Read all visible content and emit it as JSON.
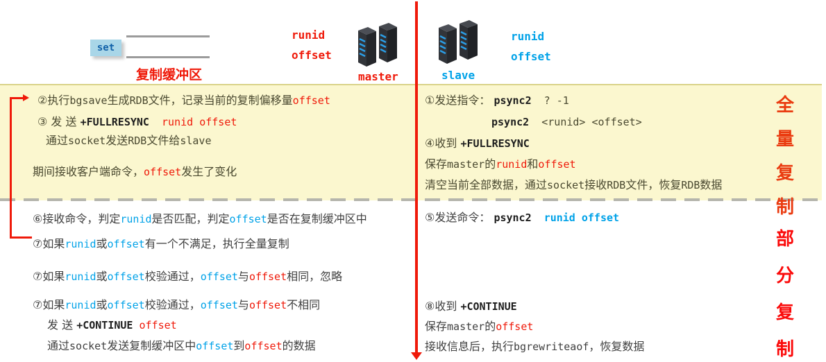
{
  "colors": {
    "red": "#ef1a0a",
    "red_orange": "#ea3b10",
    "blue": "#00a2e8",
    "yellow_bg": "#fbf7cf",
    "code_dark": "#1d1d1d"
  },
  "header": {
    "set_label": "set",
    "buffer_label": "复制缓冲区",
    "master": {
      "runid": "runid",
      "offset": "offset",
      "caption": "master"
    },
    "slave": {
      "runid": "runid",
      "offset": "offset",
      "caption": "slave"
    }
  },
  "full_sync": {
    "label": [
      "全",
      "量",
      "复",
      "制"
    ],
    "left_lines": [
      [
        {
          "t": "②执行",
          "k": "p"
        },
        {
          "t": "bgsave",
          "k": "m"
        },
        {
          "t": "生成",
          "k": "p"
        },
        {
          "t": "RDB",
          "k": "m"
        },
        {
          "t": "文件，记录当前的复制偏移量",
          "k": "p"
        },
        {
          "t": "offset",
          "k": "r"
        }
      ],
      [
        {
          "t": "③ 发 送 ",
          "k": "p"
        },
        {
          "t": "+FULLRESYNC",
          "k": "b"
        },
        {
          "t": "  runid offset",
          "k": "r"
        }
      ],
      [
        {
          "t": "通过",
          "k": "p"
        },
        {
          "t": "socket",
          "k": "m"
        },
        {
          "t": "发送",
          "k": "p"
        },
        {
          "t": "RDB",
          "k": "m"
        },
        {
          "t": "文件给",
          "k": "p"
        },
        {
          "t": "slave",
          "k": "m"
        }
      ],
      [
        {
          "t": "期间接收客户端命令，",
          "k": "p"
        },
        {
          "t": "offset",
          "k": "r"
        },
        {
          "t": "发生了变化",
          "k": "p"
        }
      ]
    ],
    "right_lines": [
      [
        {
          "t": "①发送指令： ",
          "k": "p"
        },
        {
          "t": "psync2",
          "k": "b"
        },
        {
          "t": "  ? -1",
          "k": "m"
        }
      ],
      [
        {
          "t": "psync2",
          "k": "b"
        },
        {
          "t": "  <runid> <offset>",
          "k": "m"
        }
      ],
      [
        {
          "t": "④收到 ",
          "k": "p"
        },
        {
          "t": "+FULLRESYNC",
          "k": "b"
        }
      ],
      [
        {
          "t": "保存",
          "k": "p"
        },
        {
          "t": "master",
          "k": "m"
        },
        {
          "t": "的",
          "k": "p"
        },
        {
          "t": "runid",
          "k": "r"
        },
        {
          "t": "和",
          "k": "p"
        },
        {
          "t": "offset",
          "k": "r"
        }
      ],
      [
        {
          "t": "清空当前全部数据，通过",
          "k": "p"
        },
        {
          "t": "socket",
          "k": "m"
        },
        {
          "t": "接收",
          "k": "p"
        },
        {
          "t": "RDB",
          "k": "m"
        },
        {
          "t": "文件，恢复",
          "k": "p"
        },
        {
          "t": "RDB",
          "k": "m"
        },
        {
          "t": "数据",
          "k": "p"
        }
      ]
    ]
  },
  "partial_sync": {
    "label": [
      "部",
      "分",
      "复",
      "制"
    ],
    "left_lines": [
      [
        {
          "t": "⑥接收命令，判定",
          "k": "p"
        },
        {
          "t": "runid",
          "k": "c"
        },
        {
          "t": "是否匹配，判定",
          "k": "p"
        },
        {
          "t": "offset",
          "k": "c"
        },
        {
          "t": "是否在复制缓冲区中",
          "k": "p"
        }
      ],
      [
        {
          "t": "⑦如果",
          "k": "p"
        },
        {
          "t": "runid",
          "k": "c"
        },
        {
          "t": "或",
          "k": "p"
        },
        {
          "t": "offset",
          "k": "c"
        },
        {
          "t": "有一个不满足，执行全量复制",
          "k": "p"
        }
      ],
      [
        {
          "t": "⑦如果",
          "k": "p"
        },
        {
          "t": "runid",
          "k": "c"
        },
        {
          "t": "或",
          "k": "p"
        },
        {
          "t": "offset",
          "k": "c"
        },
        {
          "t": "校验通过，",
          "k": "p"
        },
        {
          "t": "offset",
          "k": "c"
        },
        {
          "t": "与",
          "k": "p"
        },
        {
          "t": "offset",
          "k": "r"
        },
        {
          "t": "相同，忽略",
          "k": "p"
        }
      ],
      [
        {
          "t": "⑦如果",
          "k": "p"
        },
        {
          "t": "runid",
          "k": "c"
        },
        {
          "t": "或",
          "k": "p"
        },
        {
          "t": "offset",
          "k": "c"
        },
        {
          "t": "校验通过，",
          "k": "p"
        },
        {
          "t": "offset",
          "k": "c"
        },
        {
          "t": "与",
          "k": "p"
        },
        {
          "t": "offset",
          "k": "r"
        },
        {
          "t": "不相同",
          "k": "p"
        }
      ],
      [
        {
          "t": "发 送 ",
          "k": "p"
        },
        {
          "t": "+CONTINUE",
          "k": "b"
        },
        {
          "t": " offset",
          "k": "r"
        }
      ],
      [
        {
          "t": "通过",
          "k": "p"
        },
        {
          "t": "socket",
          "k": "m"
        },
        {
          "t": "发送复制缓冲区中",
          "k": "p"
        },
        {
          "t": "offset",
          "k": "c"
        },
        {
          "t": "到",
          "k": "p"
        },
        {
          "t": "offset",
          "k": "r"
        },
        {
          "t": "的数据",
          "k": "p"
        }
      ]
    ],
    "right_lines": [
      [
        {
          "t": "⑤发送命令： ",
          "k": "p"
        },
        {
          "t": "psync2",
          "k": "b"
        },
        {
          "t": "  ",
          "k": "m"
        },
        {
          "t": "runid offset",
          "k": "C"
        }
      ],
      [
        {
          "t": "⑧收到 ",
          "k": "p"
        },
        {
          "t": "+CONTINUE",
          "k": "b"
        }
      ],
      [
        {
          "t": "保存",
          "k": "p"
        },
        {
          "t": "master",
          "k": "m"
        },
        {
          "t": "的",
          "k": "p"
        },
        {
          "t": "offset",
          "k": "r"
        }
      ],
      [
        {
          "t": "接收信息后，执行",
          "k": "p"
        },
        {
          "t": "bgrewriteaof",
          "k": "m"
        },
        {
          "t": "，恢复数据",
          "k": "p"
        }
      ]
    ]
  }
}
